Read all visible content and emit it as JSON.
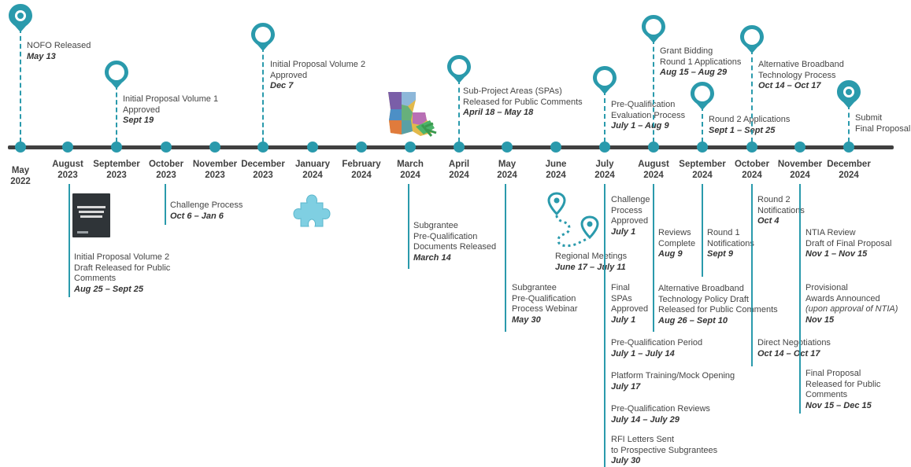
{
  "colors": {
    "accent": "#2a9aac",
    "axis": "#404040"
  },
  "months": [
    {
      "m": "May",
      "y": "2022"
    },
    {
      "m": "August",
      "y": "2023"
    },
    {
      "m": "September",
      "y": "2023"
    },
    {
      "m": "October",
      "y": "2023"
    },
    {
      "m": "November",
      "y": "2023"
    },
    {
      "m": "December",
      "y": "2023"
    },
    {
      "m": "January",
      "y": "2024"
    },
    {
      "m": "February",
      "y": "2024"
    },
    {
      "m": "March",
      "y": "2024"
    },
    {
      "m": "April",
      "y": "2024"
    },
    {
      "m": "May",
      "y": "2024"
    },
    {
      "m": "June",
      "y": "2024"
    },
    {
      "m": "July",
      "y": "2024"
    },
    {
      "m": "August",
      "y": "2024"
    },
    {
      "m": "September",
      "y": "2024"
    },
    {
      "m": "October",
      "y": "2024"
    },
    {
      "m": "November",
      "y": "2024"
    },
    {
      "m": "December",
      "y": "2024"
    }
  ],
  "milestones": [
    {
      "lines": [
        "NOFO Released"
      ],
      "date": "May 13"
    },
    {
      "lines": [
        "Initial Proposal Volume 1",
        "Approved"
      ],
      "date": "Sept 19"
    },
    {
      "lines": [
        "Initial Proposal Volume 2",
        "Approved"
      ],
      "date": "Dec 7"
    },
    {
      "lines": [
        "Sub-Project Areas (SPAs)",
        "Released for Public Comments"
      ],
      "date": "April 18 – May 18"
    },
    {
      "lines": [
        "Pre-Qualification",
        "Evaluation Process"
      ],
      "date": "July 1 – Aug 9"
    },
    {
      "lines": [
        "Grant Bidding",
        "Round 1 Applications"
      ],
      "date": "Aug 15 – Aug 29"
    },
    {
      "lines": [
        "Round 2 Applications"
      ],
      "date": "Sept 1 – Sept 25"
    },
    {
      "lines": [
        "Alternative Broadband",
        "Technology Process"
      ],
      "date": "Oct 14 – Oct 17"
    },
    {
      "lines": [
        "Submit",
        "Final Proposal"
      ],
      "date": ""
    }
  ],
  "events": [
    {
      "lines": [
        "Initial Proposal Volume 2",
        "Draft Released for Public",
        "Comments"
      ],
      "date": "Aug 25 – Sept 25"
    },
    {
      "lines": [
        "Challenge Process"
      ],
      "date": "Oct 6 – Jan 6"
    },
    {
      "lines": [
        "Subgrantee",
        "Pre-Qualification",
        "Documents Released"
      ],
      "date": "March 14"
    },
    {
      "lines": [
        "Subgrantee",
        "Pre-Qualification",
        "Process Webinar"
      ],
      "date": "May 30"
    },
    {
      "lines": [
        "Regional Meetings"
      ],
      "date": "June 17 – July 11"
    },
    {
      "lines": [
        "Challenge",
        "Process",
        "Approved"
      ],
      "date": "July 1"
    },
    {
      "lines": [
        "Final",
        "SPAs",
        "Approved"
      ],
      "date": "July 1"
    },
    {
      "lines": [
        "Pre-Qualification Period"
      ],
      "date": "July 1 – July 14"
    },
    {
      "lines": [
        "Platform Training/Mock Opening"
      ],
      "date": "July 17"
    },
    {
      "lines": [
        "Pre-Qualification Reviews"
      ],
      "date": "July 14 – July 29"
    },
    {
      "lines": [
        "RFI Letters Sent",
        "to Prospective Subgrantees"
      ],
      "date": "July 30"
    },
    {
      "lines": [
        "Reviews",
        "Complete"
      ],
      "date": "Aug 9"
    },
    {
      "lines": [
        "Alternative Broadband",
        "Technology Policy Draft",
        "Released for Public Comments"
      ],
      "date": "Aug 26 – Sept 10"
    },
    {
      "lines": [
        "Round 1",
        "Notifications"
      ],
      "date": "Sept 9"
    },
    {
      "lines": [
        "Round 2",
        "Notifications"
      ],
      "date": "Oct 4"
    },
    {
      "lines": [
        "Direct Negotiations"
      ],
      "date": "Oct 14 – Oct 17"
    },
    {
      "lines": [
        "NTIA Review",
        "Draft of Final Proposal"
      ],
      "date": "Nov 1 – Nov 15"
    },
    {
      "lines": [
        "Provisional",
        "Awards Announced",
        "(upon approval of NTIA)"
      ],
      "date": "Nov 15"
    },
    {
      "lines": [
        "Final Proposal",
        "Released for Public",
        "Comments"
      ],
      "date": "Nov 15 – Dec 15"
    }
  ],
  "images": {
    "document": "proposal-document-thumbnail",
    "map": "louisiana-map-icon",
    "puzzle": "puzzle-piece-icon",
    "route": "route-pins-icon"
  }
}
